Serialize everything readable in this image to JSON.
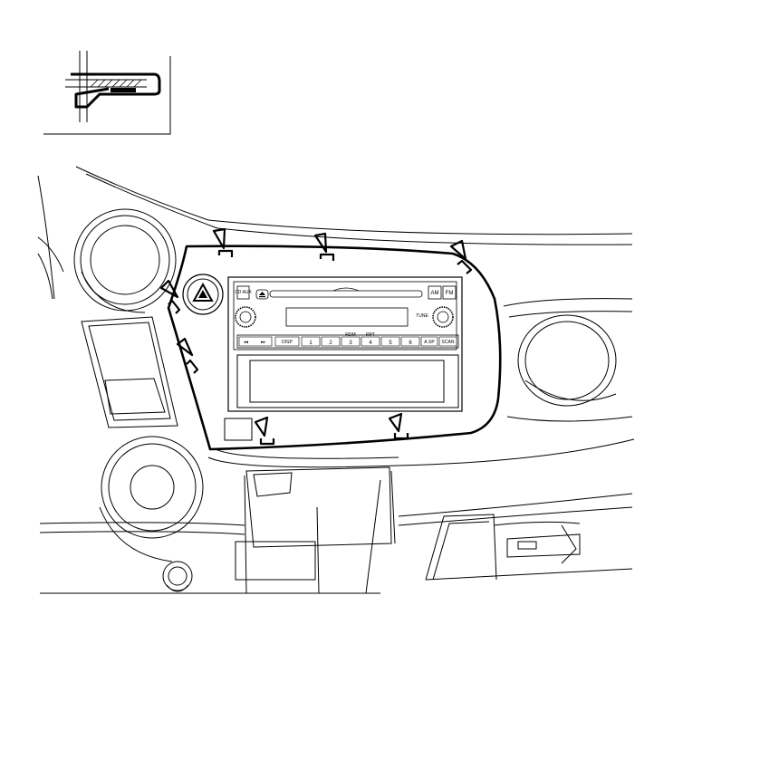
{
  "radio": {
    "btn_cd_aux": "CD AUX",
    "btn_am": "AM",
    "btn_fm": "FM",
    "btn_tune": "TUNE",
    "btn_disp": "DISP",
    "btn_rdm": "RDM",
    "btn_rpt": "RPT",
    "btn_asp": "A.SP",
    "btn_scan": "SCAN",
    "presets": [
      "1",
      "2",
      "3",
      "4",
      "5",
      "6"
    ]
  },
  "annotations": {
    "clip_count": 7,
    "colors": {
      "line": "#000000",
      "background": "#ffffff"
    },
    "icons": [
      "hazard-warning-icon",
      "eject-icon",
      "clip-arrow-icon",
      "clip-bracket-icon"
    ]
  }
}
